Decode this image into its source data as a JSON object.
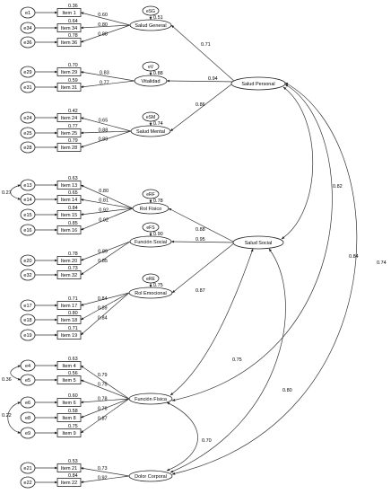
{
  "errors": [
    "e1",
    "e34",
    "e36",
    "e29",
    "e31",
    "e24",
    "e25",
    "e28",
    "e13",
    "e14",
    "e15",
    "e16",
    "e20",
    "e32",
    "e17",
    "e18",
    "e19",
    "e4",
    "e5",
    "e6",
    "e8",
    "e9",
    "e21",
    "e22"
  ],
  "items": [
    {
      "label": "Item 1",
      "r2": "0.36",
      "load": "0.60"
    },
    {
      "label": "Item 34",
      "r2": "0.64",
      "load": "0.80"
    },
    {
      "label": "Item 36",
      "r2": "0.78",
      "load": "0.88"
    },
    {
      "label": "Item 29",
      "r2": "0.70",
      "load": "0.83"
    },
    {
      "label": "Item 31",
      "r2": "0.59",
      "load": "0.77"
    },
    {
      "label": "Item 24",
      "r2": "0.42",
      "load": "0.65"
    },
    {
      "label": "Item 25",
      "r2": "0.77",
      "load": "0.88"
    },
    {
      "label": "Item 28",
      "r2": "0.79",
      "load": "0.89"
    },
    {
      "label": "Item 13",
      "r2": "0.63",
      "load": "0.80"
    },
    {
      "label": "Item 14",
      "r2": "0.65",
      "load": "0.81"
    },
    {
      "label": "Item 15",
      "r2": "0.84",
      "load": "0.92"
    },
    {
      "label": "Item 16",
      "r2": "0.85",
      "load": "0.92"
    },
    {
      "label": "Item 20",
      "r2": "0.78",
      "load": "0.89"
    },
    {
      "label": "Item 32",
      "r2": "0.73",
      "load": "0.85"
    },
    {
      "label": "Item 17",
      "r2": "0.71",
      "load": "0.84"
    },
    {
      "label": "Item 18",
      "r2": "0.80",
      "load": "0.89"
    },
    {
      "label": "Item 19",
      "r2": "0.71",
      "load": "0.84"
    },
    {
      "label": "Item 4",
      "r2": "0.63",
      "load": "0.79"
    },
    {
      "label": "Item 5",
      "r2": "0.56",
      "load": "0.75"
    },
    {
      "label": "Item 6",
      "r2": "0.60",
      "load": "0.78"
    },
    {
      "label": "Item 8",
      "r2": "0.58",
      "load": "0.76"
    },
    {
      "label": "Item 9",
      "r2": "0.75",
      "load": "0.87"
    },
    {
      "label": "Item 21",
      "r2": "0.53",
      "load": "0.73"
    },
    {
      "label": "Item 22",
      "r2": "0.84",
      "load": "0.92"
    }
  ],
  "factors": [
    {
      "name": "Salud General",
      "dist": "eSG",
      "r2": "0.51",
      "path": "0.71"
    },
    {
      "name": "Vitalidad",
      "dist": "eV",
      "r2": "0.88",
      "path": "0.94"
    },
    {
      "name": "Salud Mental",
      "dist": "eSM",
      "r2": "0.74",
      "path": "0.86"
    },
    {
      "name": "Rol Físico",
      "dist": "eRF",
      "r2": "0.78",
      "path": "0.88"
    },
    {
      "name": "Función Social",
      "dist": "eFS",
      "r2": "0.90",
      "path": "0.95"
    },
    {
      "name": "Rol Emocional",
      "dist": "eRE",
      "r2": "0.75",
      "path": "0.87"
    },
    {
      "name": "Función Física"
    },
    {
      "name": "Dolor Corporal"
    }
  ],
  "second_order": [
    "Salud Personal",
    "Salud Social"
  ],
  "error_covariances": [
    "0.27",
    "0.36",
    "0.22"
  ],
  "correlations": [
    "0.82",
    "0.84",
    "0.74",
    "0.75",
    "0.80",
    "0.70"
  ]
}
